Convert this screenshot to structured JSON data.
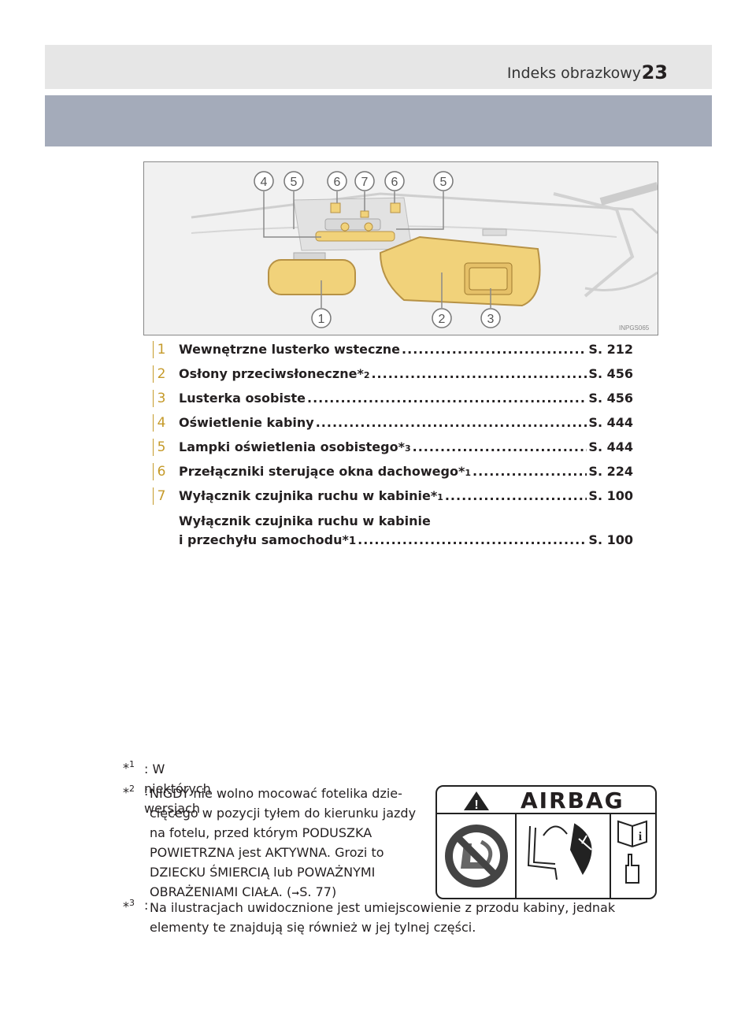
{
  "header": {
    "title": "Indeks obrazkowy",
    "page_number": "23"
  },
  "figure": {
    "code": "INPGS065",
    "callouts_top": [
      "4",
      "5",
      "6",
      "7",
      "6",
      "5"
    ],
    "callouts_bottom": [
      "1",
      "2",
      "3"
    ]
  },
  "items": [
    {
      "num": "1",
      "label": "Wewnętrzne lusterko wsteczne",
      "sup": "",
      "dots": "..............................................................",
      "page": "S. 212"
    },
    {
      "num": "2",
      "label": "Osłony przeciwsłoneczne*",
      "sup": "2",
      "dots": "..............................................................",
      "page": "S. 456"
    },
    {
      "num": "3",
      "label": "Lusterka osobiste",
      "sup": "",
      "dots": ".............................................................................................",
      "page": "S. 456"
    },
    {
      "num": "4",
      "label": "Oświetlenie kabiny",
      "sup": "",
      "dots": "...........................................................................................",
      "page": "S. 444"
    },
    {
      "num": "5",
      "label": "Lampki oświetlenia osobistego*",
      "sup": "3",
      "dots": ".................................................",
      "page": "S. 444"
    },
    {
      "num": "6",
      "label": "Przełączniki sterujące okna dachowego*",
      "sup": "1",
      "dots": ".......................................",
      "page": "S. 224"
    },
    {
      "num": "7",
      "label": "Wyłącznik czujnika ruchu w kabinie*",
      "sup": "1",
      "dots": "...........................................",
      "page": "S. 100",
      "sub_line1": "Wyłącznik czujnika ruchu w kabinie",
      "sub_line2": "i przechyłu samochodu*",
      "sub_sup": "1",
      "sub_dots": "................................................................",
      "sub_page": "S. 100"
    }
  ],
  "footnotes": [
    {
      "mark": "*",
      "sup": "1",
      "text": ": W niektórych wersjach"
    },
    {
      "mark": "*",
      "sup": "2",
      "text": ": NIGDY nie wolno mocować fotelika dzie-ciecego",
      "lines": [
        "NIGDY nie wolno mocować fotelika dzie-",
        "cięcego w pozycji tyłem do kierunku jazdy",
        "na fotelu, przed którym PODUSZKA",
        "POWIETRZNA jest AKTYWNA. Grozi to",
        "DZIECKU ŚMIERCIĄ lub POWAŻNYMI",
        "OBRAŻENIAMI CIAŁA. (",
        "S. 77)"
      ]
    },
    {
      "mark": "*",
      "sup": "3",
      "lines": [
        "Na ilustracjach uwidocznione jest umiejscowienie z przodu kabiny, jednak",
        "elementy te znajdują się również w jej tylnej części."
      ]
    }
  ],
  "airbag_label": {
    "word": "AIRBAG",
    "warn_glyph": "!",
    "info_glyph": "i"
  },
  "colors": {
    "accent_gold": "#c59a2a",
    "band": "#a4abba",
    "header_bg": "#e6e6e6",
    "highlight_yellow": "#f1d27a"
  }
}
